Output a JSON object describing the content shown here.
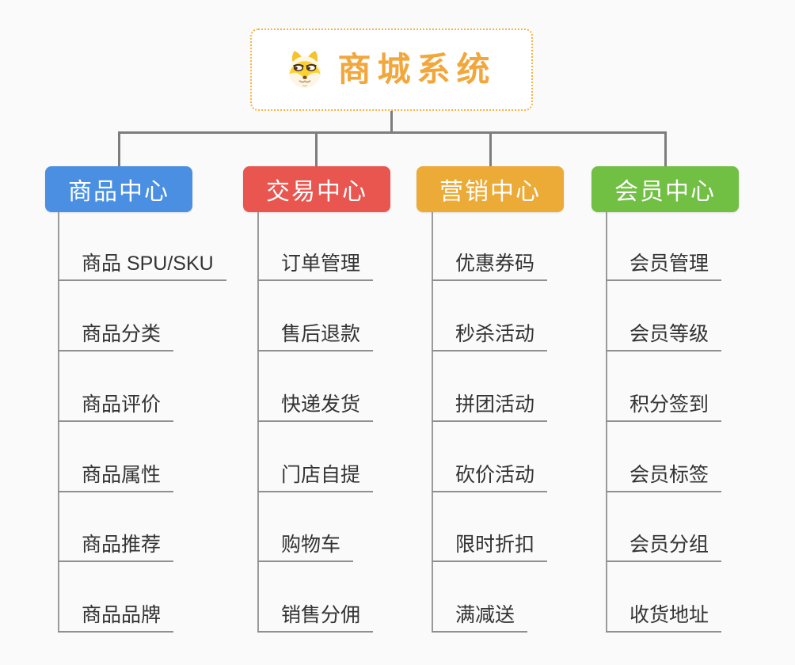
{
  "root": {
    "title": "商城系统",
    "icon": "shiba-dog-icon",
    "accent": "#f2a73d",
    "border_color": "#f7b23f"
  },
  "connectors": {
    "trunk_color": "#7d7d7d",
    "leaf_line_color": "#9a9a9a",
    "underline_color": "#8f8f8f"
  },
  "branches": [
    {
      "label": "商品中心",
      "color": "#4a8fe2",
      "children": [
        "商品 SPU/SKU",
        "商品分类",
        "商品评价",
        "商品属性",
        "商品推荐",
        "商品品牌"
      ]
    },
    {
      "label": "交易中心",
      "color": "#e8564f",
      "children": [
        "订单管理",
        "售后退款",
        "快递发货",
        "门店自提",
        "购物车",
        "销售分佣"
      ]
    },
    {
      "label": "营销中心",
      "color": "#ecaa36",
      "children": [
        "优惠券码",
        "秒杀活动",
        "拼团活动",
        "砍价活动",
        "限时折扣",
        "满减送"
      ]
    },
    {
      "label": "会员中心",
      "color": "#71bf43",
      "children": [
        "会员管理",
        "会员等级",
        "积分签到",
        "会员标签",
        "会员分组",
        "收货地址"
      ]
    }
  ]
}
